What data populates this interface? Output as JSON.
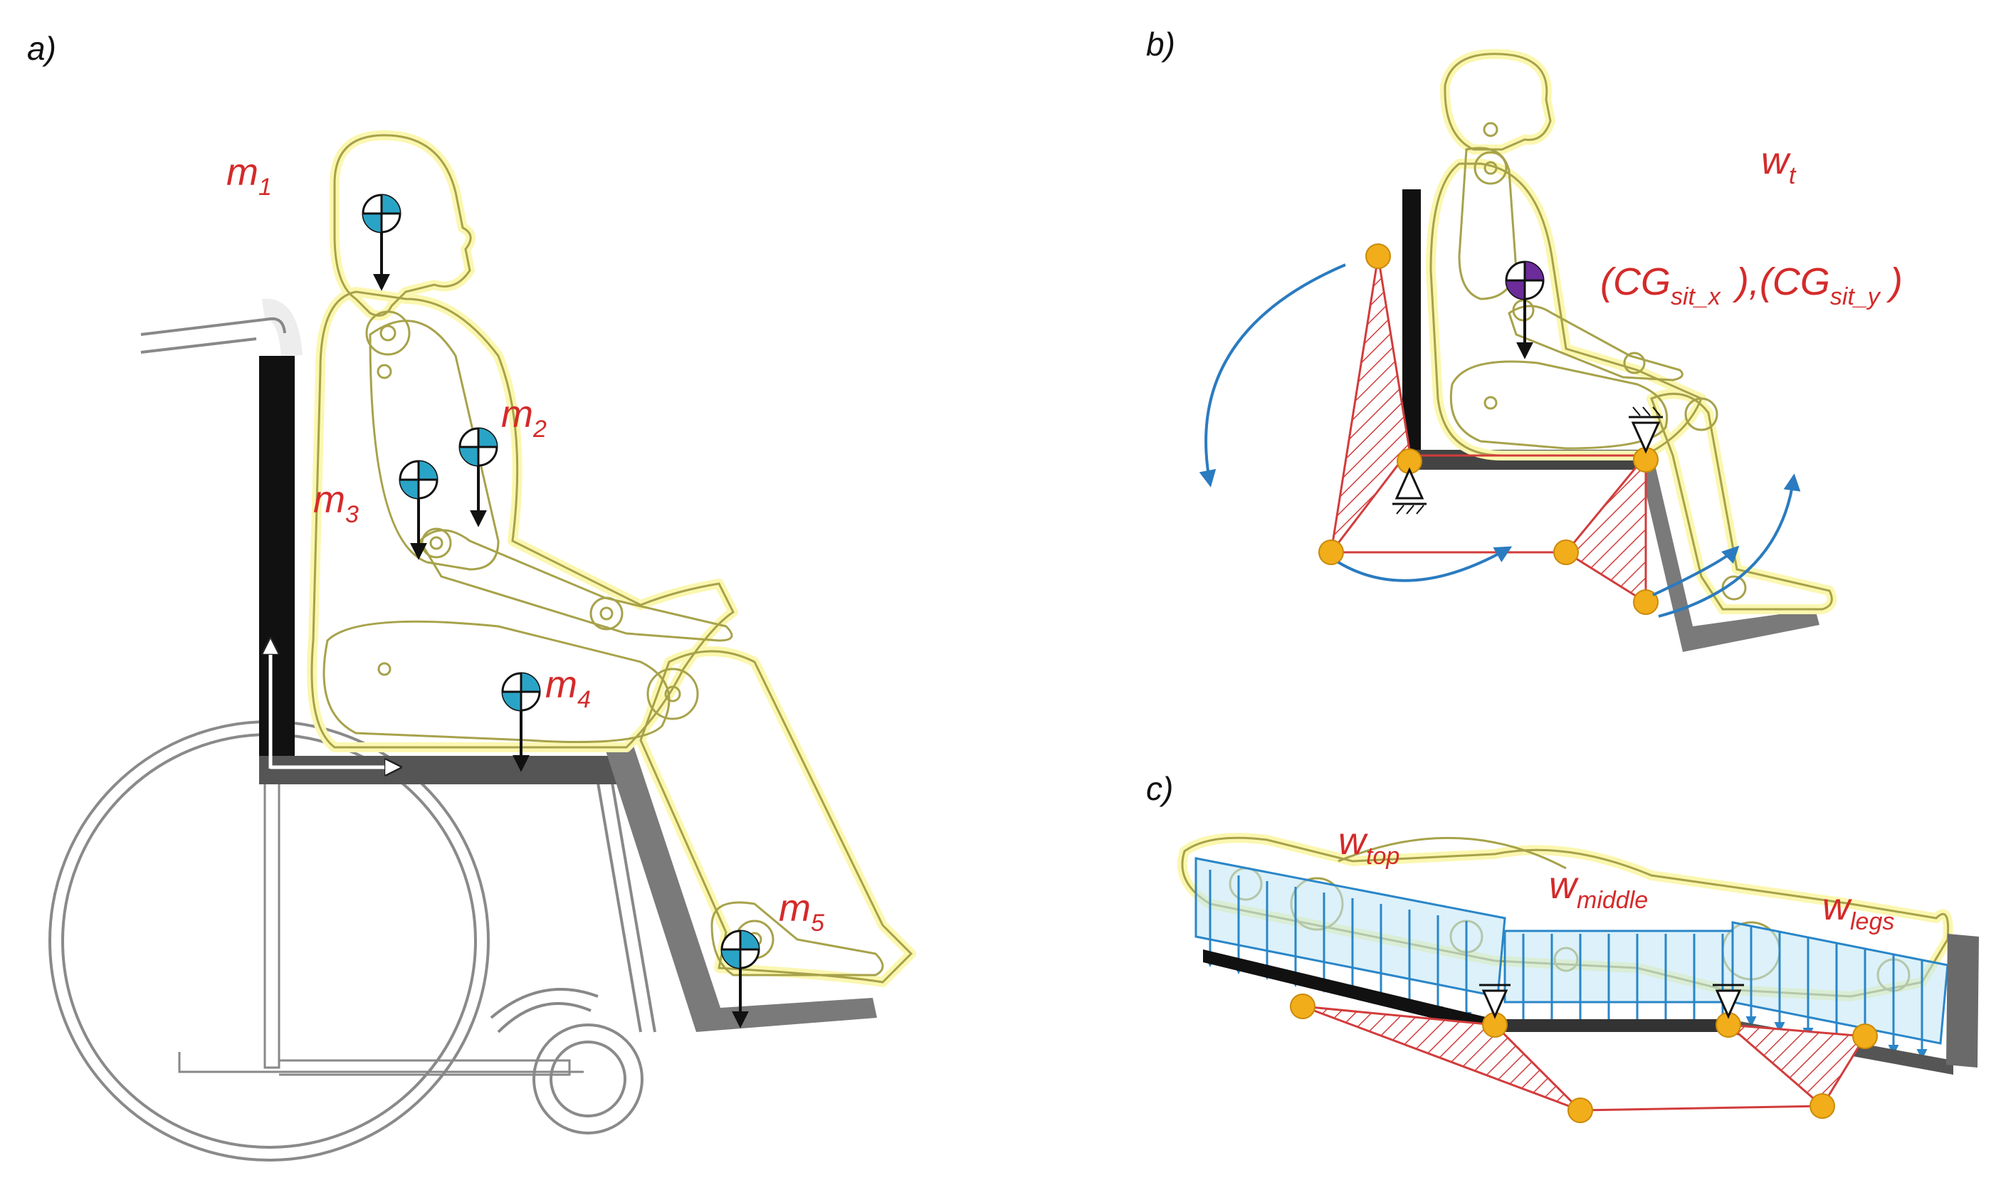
{
  "panels": {
    "a": {
      "label": "a)",
      "masses": [
        {
          "sym": "m",
          "sub": "1"
        },
        {
          "sym": "m",
          "sub": "2"
        },
        {
          "sym": "m",
          "sub": "3"
        },
        {
          "sym": "m",
          "sub": "4"
        },
        {
          "sym": "m",
          "sub": "5"
        }
      ]
    },
    "b": {
      "label": "b)",
      "weight": {
        "sym": "w",
        "sub": "t"
      },
      "cg": {
        "open1": "(CG",
        "sub1": "sit_x",
        "close1": "),",
        "open2": "(CG",
        "sub2": "sit_y",
        "close2": ")"
      }
    },
    "c": {
      "label": "c)",
      "loads": [
        {
          "sym": "w",
          "sub": "top"
        },
        {
          "sym": "w",
          "sub": "middle"
        },
        {
          "sym": "w",
          "sub": "legs"
        }
      ]
    }
  },
  "colors": {
    "label_red": "#d42a2a",
    "body_outline": "#a7a24a",
    "body_glow": "#fbf7b0",
    "cg_blue": "#2aa4c6",
    "cg_purple": "#6c2c9a",
    "joint_orange": "#f2ad1b",
    "hatch_red": "#d23c3c",
    "rotation_blue": "#2a7bc0",
    "load_box": "#bfe6f5"
  }
}
